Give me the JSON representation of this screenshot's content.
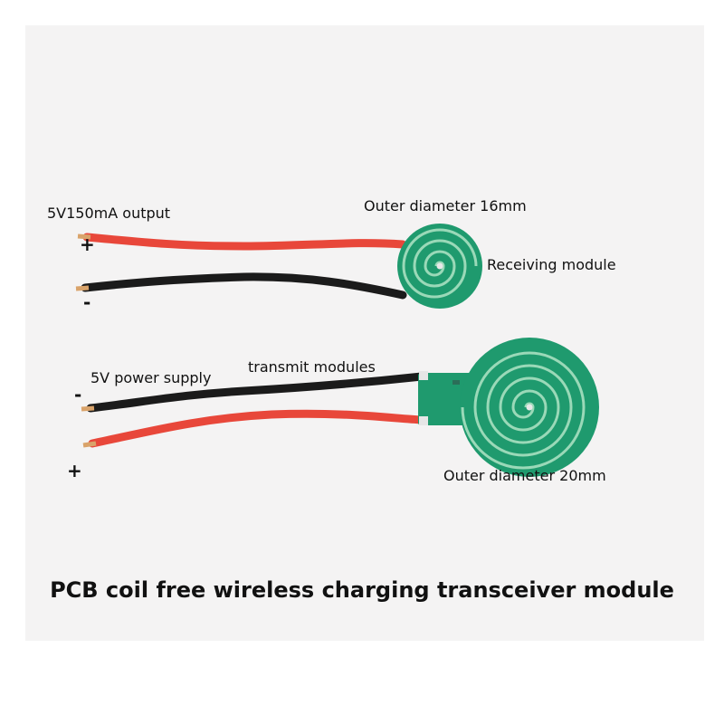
{
  "receiver": {
    "output_label": "5V150mA output",
    "plus": "+",
    "minus": "-",
    "diameter_label": "Outer diameter 16mm",
    "module_label": "Receiving module"
  },
  "transmitter": {
    "supply_label": "5V power supply",
    "minus": "-",
    "plus": "+",
    "module_label": "transmit modules",
    "diameter_label": "Outer diameter 20mm"
  },
  "caption": "PCB coil free wireless charging transceiver module",
  "colors": {
    "background": "#f4f3f3",
    "pcb_green": "#1f9a6e",
    "trace_green": "#9ad9b8",
    "wire_red": "#e8473a",
    "wire_black": "#1b1b1b"
  }
}
